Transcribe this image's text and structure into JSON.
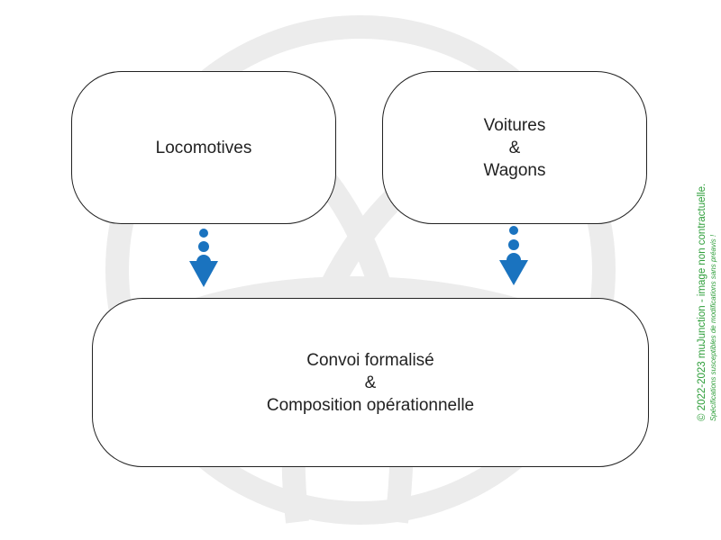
{
  "boxes": {
    "locomotives": {
      "lines": [
        "Locomotives"
      ]
    },
    "voitures_wagons": {
      "lines": [
        "Voitures",
        "&",
        "Wagons"
      ]
    },
    "convoi": {
      "lines": [
        "Convoi formalisé",
        "&",
        "Composition opérationnelle"
      ]
    }
  },
  "copyright": {
    "line1": "© 2022-2023 muJunction - image non contractuelle.",
    "line2": "Spécifications susceptibles de modifications sans préavis !"
  },
  "colors": {
    "arrow": "#1a73bf",
    "copyright": "#2e9e3a",
    "border": "#222222",
    "watermark": "#ececec"
  },
  "icons": {
    "arrows": "dotted-down-arrow-icon",
    "watermark": "globe-logo-watermark"
  }
}
